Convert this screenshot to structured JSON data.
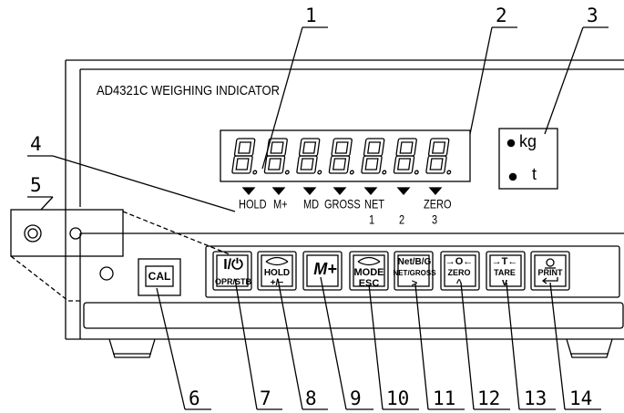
{
  "indicator": {
    "model_title": "AD4321C  WEIGHING INDICATOR",
    "units": [
      "kg",
      "t"
    ],
    "annunciators": [
      "HOLD",
      "M+",
      "MD",
      "GROSS",
      "NET",
      "ZERO"
    ],
    "digit_numbers": [
      "1",
      "2",
      "3"
    ],
    "display_digits": 7
  },
  "keys": {
    "cal": "CAL",
    "power": {
      "top": "I/⏻",
      "bottom": "OPR/STB"
    },
    "hold": {
      "top": "HOLD",
      "bottom": "+/−"
    },
    "mplus": {
      "top": "M+"
    },
    "mode": {
      "top": "MODE",
      "bottom": "ESC"
    },
    "netgross": {
      "top": "Net/B/G",
      "middle": "NET/GROSS",
      "bottom": ">"
    },
    "zero": {
      "top": "→O←",
      "middle": "ZERO",
      "bottom": "^"
    },
    "tare": {
      "top": "→T←",
      "middle": "TARE",
      "bottom": "v"
    },
    "print": {
      "middle": "PRINT"
    }
  },
  "callouts": [
    "1",
    "2",
    "3",
    "4",
    "5",
    "6",
    "7",
    "8",
    "9",
    "10",
    "11",
    "12",
    "13",
    "14"
  ]
}
